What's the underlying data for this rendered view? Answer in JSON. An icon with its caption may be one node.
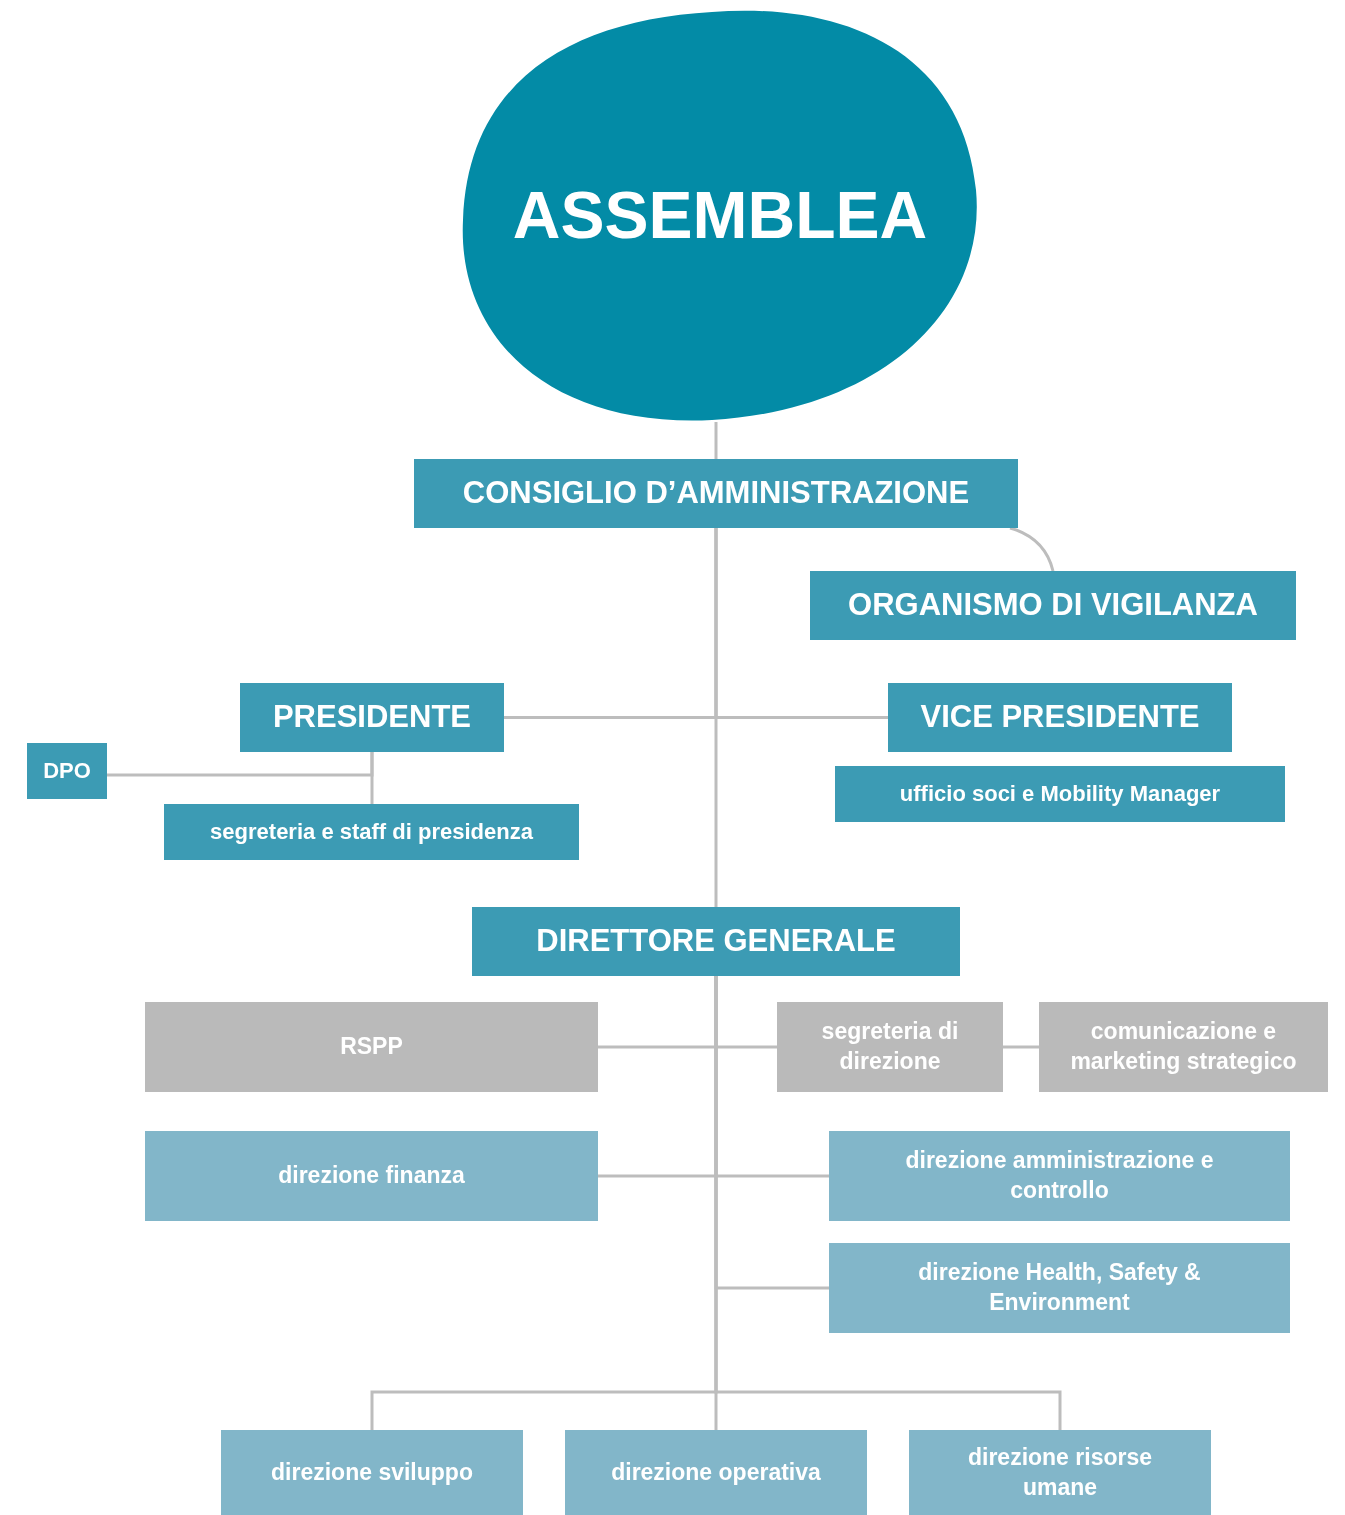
{
  "diagram": {
    "nodes": [
      {
        "text": [
          "ASSEMBLEA"
        ]
      },
      {
        "text": [
          "CONSIGLIO D’AMMINISTRAZIONE"
        ]
      },
      {
        "text": [
          "ORGANISMO DI VIGILANZA"
        ]
      },
      {
        "text": [
          "PRESIDENTE"
        ]
      },
      {
        "text": [
          "VICE PRESIDENTE"
        ]
      },
      {
        "text": [
          "DPO"
        ]
      },
      {
        "text": [
          "segreteria e staff di presidenza"
        ]
      },
      {
        "text": [
          "ufficio soci e Mobility Manager"
        ]
      },
      {
        "text": [
          "DIRETTORE GENERALE"
        ]
      },
      {
        "text": [
          "RSPP"
        ]
      },
      {
        "text": [
          "segreteria di direzione"
        ]
      },
      {
        "text": [
          "comunicazione e marketing strategico"
        ]
      },
      {
        "text": [
          "direzione finanza"
        ]
      },
      {
        "text": [
          "direzione amministrazione e controllo"
        ]
      },
      {
        "text": [
          "direzione Health, Safety & Environment"
        ]
      },
      {
        "text": [
          "direzione sviluppo"
        ]
      },
      {
        "text": [
          "direzione operativa"
        ]
      },
      {
        "text": [
          "direzione risorse umane"
        ]
      }
    ],
    "edges": [
      {
        "from": 0,
        "to": 1,
        "arrow": "none"
      },
      {
        "from": 1,
        "to": 2,
        "arrow": "none"
      },
      {
        "from": 1,
        "to": 3,
        "arrow": "none"
      },
      {
        "from": 1,
        "to": 4,
        "arrow": "none"
      },
      {
        "from": 3,
        "to": 5,
        "arrow": "none"
      },
      {
        "from": 3,
        "to": 6,
        "arrow": "none"
      },
      {
        "from": 1,
        "to": 8,
        "arrow": "none"
      },
      {
        "from": 8,
        "to": 9,
        "arrow": "none"
      },
      {
        "from": 8,
        "to": 10,
        "arrow": "none"
      },
      {
        "from": 10,
        "to": 11,
        "arrow": "none"
      },
      {
        "from": 8,
        "to": 12,
        "arrow": "none"
      },
      {
        "from": 8,
        "to": 13,
        "arrow": "none"
      },
      {
        "from": 8,
        "to": 14,
        "arrow": "none"
      },
      {
        "from": 8,
        "to": 15,
        "arrow": "none"
      },
      {
        "from": 8,
        "to": 16,
        "arrow": "none"
      },
      {
        "from": 8,
        "to": 17,
        "arrow": "none"
      }
    ]
  }
}
